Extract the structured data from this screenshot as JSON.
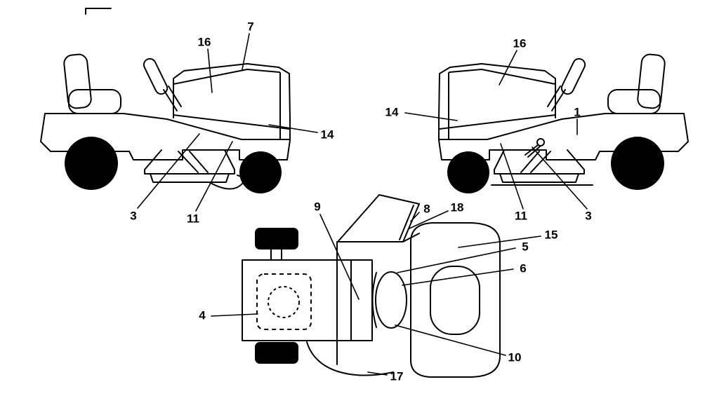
{
  "palette": {
    "background": "#ffffff",
    "line": "#000000",
    "text": "#000000"
  },
  "diagram": {
    "views": [
      {
        "id": "left-side-view",
        "labels": [
          {
            "text": "16"
          },
          {
            "text": "7"
          },
          {
            "text": "14"
          },
          {
            "text": "3"
          },
          {
            "text": "11"
          }
        ]
      },
      {
        "id": "right-side-view",
        "labels": [
          {
            "text": "16"
          },
          {
            "text": "14"
          },
          {
            "text": "1"
          },
          {
            "text": "11"
          },
          {
            "text": "3"
          }
        ]
      },
      {
        "id": "top-view",
        "labels": [
          {
            "text": "9"
          },
          {
            "text": "8"
          },
          {
            "text": "18"
          },
          {
            "text": "15"
          },
          {
            "text": "5"
          },
          {
            "text": "6"
          },
          {
            "text": "4"
          },
          {
            "text": "10"
          },
          {
            "text": "17"
          }
        ]
      }
    ]
  }
}
